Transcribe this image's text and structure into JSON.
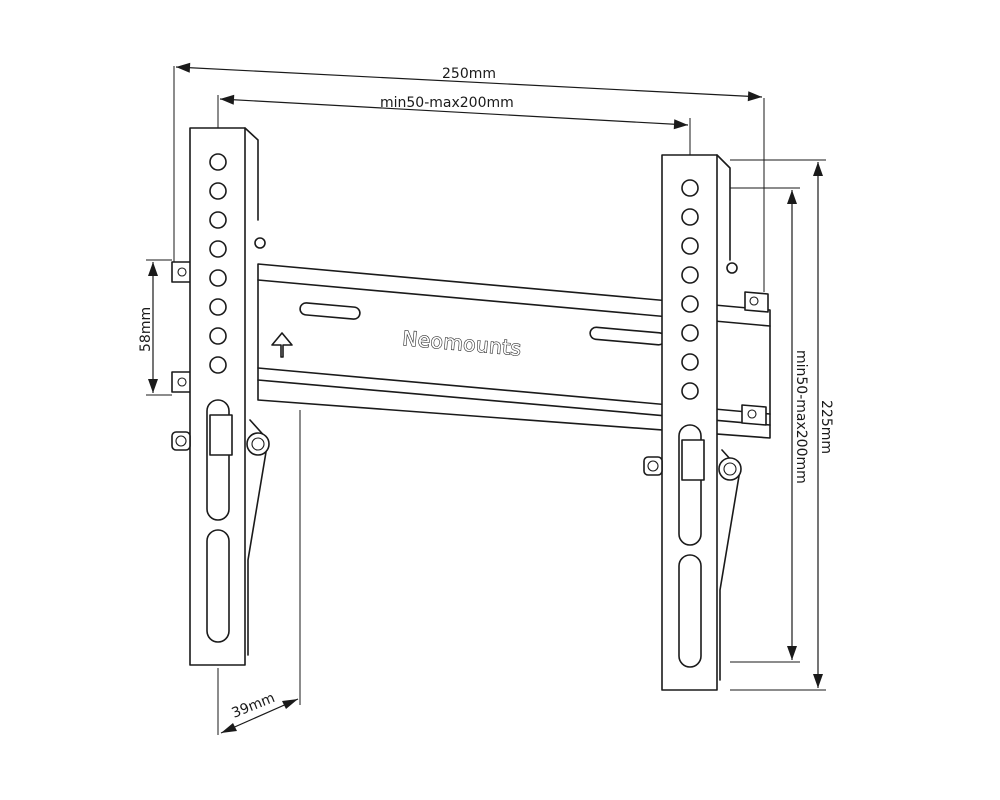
{
  "brand": "Neomounts",
  "dimensions": {
    "overall_width": "250mm",
    "vesa_horizontal": "min50-max200mm",
    "wall_hole_spacing": "58mm",
    "vesa_vertical": "min50-max200mm",
    "overall_height": "225mm",
    "depth": "39mm"
  },
  "icons": {
    "up_arrow": "up-arrow-icon"
  }
}
